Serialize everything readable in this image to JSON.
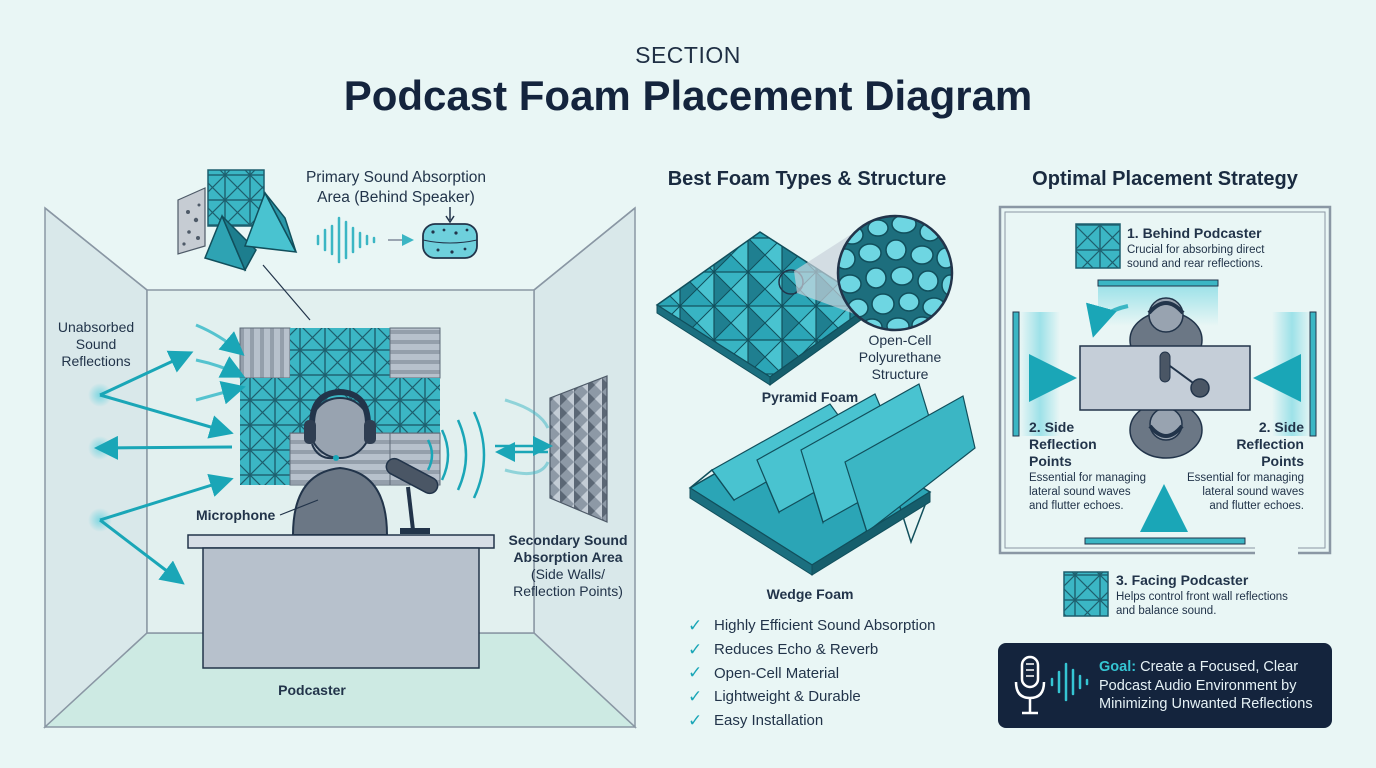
{
  "header": {
    "section_label": "SECTION",
    "title": "Podcast Foam Placement Diagram"
  },
  "room": {
    "primary_label_line1": "Primary Sound Absorption",
    "primary_label_line2": "Area (Behind Speaker)",
    "reflections_line1": "Unabsorbed",
    "reflections_line2": "Sound",
    "reflections_line3": "Reflections",
    "microphone_label": "Microphone",
    "secondary_line1": "Secondary Sound",
    "secondary_line2": "Absorption Area",
    "secondary_line3": "(Side Walls/",
    "secondary_line4": "Reflection Points)",
    "podcaster_label": "Podcaster"
  },
  "foam_types": {
    "heading": "Best Foam Types & Structure",
    "cell_line1": "Open-Cell",
    "cell_line2": "Polyurethane",
    "cell_line3": "Structure",
    "pyramid_label": "Pyramid Foam",
    "wedge_label": "Wedge Foam",
    "benefits": [
      "Highly Efficient Sound Absorption",
      "Reduces Echo & Reverb",
      "Open-Cell Material",
      "Lightweight & Durable",
      "Easy Installation"
    ]
  },
  "strategy": {
    "heading": "Optimal Placement Strategy",
    "behind_title": "1. Behind Podcaster",
    "behind_desc_line1": "Crucial for absorbing direct",
    "behind_desc_line2": "sound and rear reflections.",
    "side_title_line1": "2. Side",
    "side_title_line2": "Reflection",
    "side_title_line3": "Points",
    "side_desc_line1": "Essential for managing",
    "side_desc_line2": "lateral sound waves",
    "side_desc_line3": "and flutter echoes.",
    "facing_title": "3. Facing Podcaster",
    "facing_desc_line1": "Helps control front wall reflections",
    "facing_desc_line2": "and balance sound."
  },
  "goal": {
    "key": "Goal:",
    "text": " Create a Focused, Clear Podcast Audio Environment by Minimizing Unwanted Reflections"
  },
  "colors": {
    "background": "#e9f6f5",
    "accent_teal": "#1aa6b7",
    "foam_teal": "#3bb6c4",
    "navy": "#14243d"
  },
  "icons": [
    "sound-wave-icon",
    "sponge-icon",
    "microphone-icon",
    "checkmark-icon"
  ]
}
